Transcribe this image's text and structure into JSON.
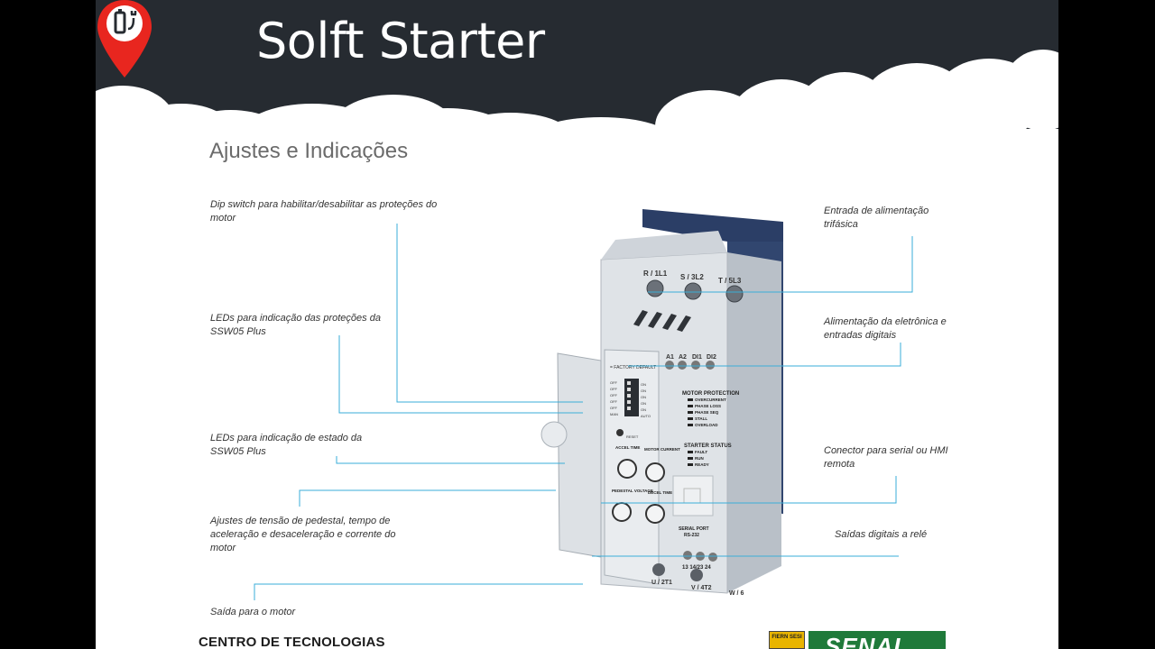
{
  "slide": {
    "title": "Solft Starter",
    "subtitle": "Ajustes e Indicações"
  },
  "colors": {
    "header": "#262b31",
    "accent_red": "#e8261f",
    "callout_line": "#3aaed8"
  },
  "icons": {
    "header": "map-pin-battery-icon"
  },
  "callouts_left": [
    {
      "text": "Dip switch para habilitar/desabilitar as proteções do motor"
    },
    {
      "text": "LEDs para indicação das proteções da SSW05 Plus"
    },
    {
      "text": "LEDs para indicação de estado da SSW05 Plus"
    },
    {
      "text": "Ajustes de tensão de pedestal, tempo de aceleração e desaceleração e corrente do motor"
    },
    {
      "text": "Saída para o motor"
    }
  ],
  "callouts_right": [
    {
      "text": "Entrada de alimentação trifásica"
    },
    {
      "text": "Alimentação da eletrônica e entradas digitais"
    },
    {
      "text": "Conector para serial ou HMI remota"
    },
    {
      "text": "Saídas digitais a relé"
    }
  ],
  "device": {
    "terminals_top": [
      "R / 1L1",
      "S / 3L2",
      "T / 5L3"
    ],
    "terminals_control": [
      "A1",
      "A2",
      "DI1",
      "DI2"
    ],
    "factory_default": "= FACTORY DEFAULT",
    "dip_labels_left": [
      "OFF",
      "OFF",
      "OFF",
      "OFF",
      "OFF",
      "MAN"
    ],
    "dip_labels_right": [
      "ON",
      "ON",
      "ON",
      "ON",
      "ON",
      "AUTO"
    ],
    "reset": "RESET",
    "motor_protection_title": "MOTOR PROTECTION",
    "motor_protection_items": [
      "OVERCURRENT",
      "PHASE LOSS",
      "PHASE SEQ",
      "STALL",
      "OVERLOAD"
    ],
    "starter_status_title": "STARTER STATUS",
    "starter_status_items": [
      "FAULT",
      "RUN",
      "READY"
    ],
    "knobs": [
      "ACCEL TIME",
      "MOTOR CURRENT",
      "PEDESTAL VOLTAGE",
      "DECEL TIME"
    ],
    "serial_port": "SERIAL PORT",
    "serial_std": "RS-232",
    "relay_terminals": "13 14/23 24",
    "terminals_bottom": [
      "U / 2T1",
      "V / 4T2",
      "W / 6"
    ]
  },
  "footer": {
    "left_text": "CENTRO DE TECNOLOGIAS",
    "logo_small": "FIERN SESI",
    "logo_brand": "SENAI"
  }
}
